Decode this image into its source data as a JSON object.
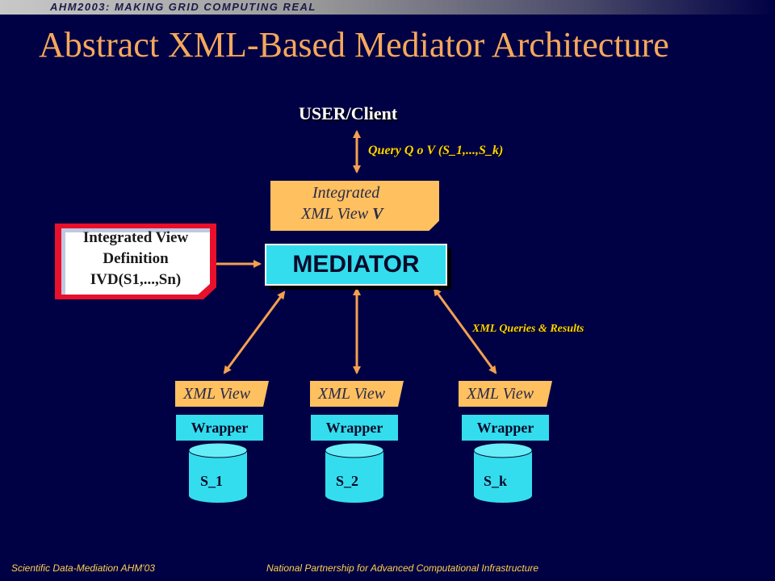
{
  "banner": "AHM2003: MAKING GRID COMPUTING REAL",
  "title": "Abstract XML-Based Mediator Architecture",
  "user_label": "USER/Client",
  "query_label": "Query Q o V (S_1,...,S_k)",
  "integrated_view": {
    "line1": "Integrated",
    "line2_prefix": "XML View ",
    "line2_bold": "V"
  },
  "ivd": {
    "line1": "Integrated View",
    "line2": "Definition",
    "line3": "IVD(S1,...,Sn)"
  },
  "mediator_label": "MEDIATOR",
  "xml_queries_label": "XML Queries & Results",
  "sources": [
    {
      "view": "XML View",
      "wrapper": "Wrapper",
      "db": "S_1"
    },
    {
      "view": "XML View",
      "wrapper": "Wrapper",
      "db": "S_2"
    },
    {
      "view": "XML View",
      "wrapper": "Wrapper",
      "db": "S_k"
    }
  ],
  "footer_left": "Scientific Data-Mediation AHM'03",
  "footer_right": "National Partnership for Advanced Computational Infrastructure",
  "colors": {
    "background": "#000045",
    "title": "#f5a85a",
    "cyan": "#33ddee",
    "orange": "#ffc060",
    "arrow": "#f5a050",
    "yellow": "#ffd400",
    "red": "#e8102a"
  }
}
